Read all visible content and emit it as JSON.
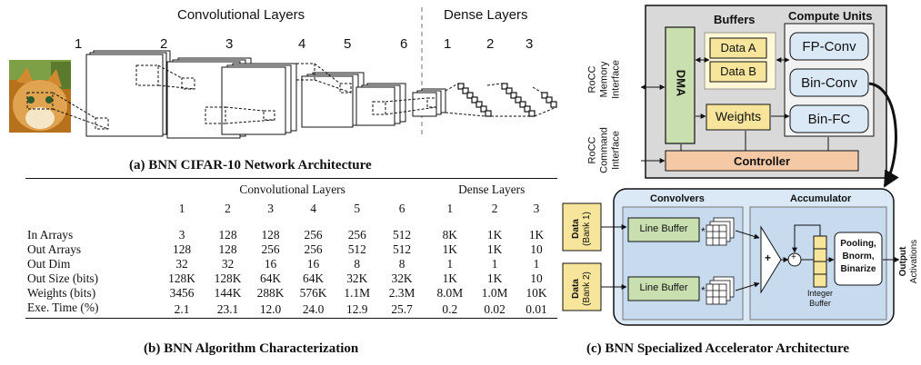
{
  "network": {
    "conv_title": "Convolutional Layers",
    "dense_title": "Dense Layers",
    "conv_layer_nums": [
      "1",
      "2",
      "3",
      "4",
      "5",
      "6"
    ],
    "dense_layer_nums": [
      "1",
      "2",
      "3"
    ],
    "caption": "(a) BNN CIFAR-10 Network Architecture"
  },
  "table": {
    "group_conv": "Convolutional Layers",
    "group_dense": "Dense Layers",
    "columns": [
      "1",
      "2",
      "3",
      "4",
      "5",
      "6",
      "1",
      "2",
      "3"
    ],
    "rows": [
      {
        "label": "In Arrays",
        "values": [
          "3",
          "128",
          "128",
          "256",
          "256",
          "512",
          "8K",
          "1K",
          "1K"
        ]
      },
      {
        "label": "Out Arrays",
        "values": [
          "128",
          "128",
          "256",
          "256",
          "512",
          "512",
          "1K",
          "1K",
          "10"
        ]
      },
      {
        "label": "Out Dim",
        "values": [
          "32",
          "32",
          "16",
          "16",
          "8",
          "8",
          "1",
          "1",
          "1"
        ]
      },
      {
        "label": "Out Size (bits)",
        "values": [
          "128K",
          "128K",
          "64K",
          "64K",
          "32K",
          "32K",
          "1K",
          "1K",
          "10"
        ]
      },
      {
        "label": "Weights (bits)",
        "values": [
          "3456",
          "144K",
          "288K",
          "576K",
          "1.1M",
          "2.3M",
          "8.0M",
          "1.0M",
          "10K"
        ]
      },
      {
        "label": "Exe. Time (%)",
        "values": [
          "2.1",
          "23.1",
          "12.0",
          "24.0",
          "12.9",
          "25.7",
          "0.2",
          "0.02",
          "0.01"
        ]
      }
    ],
    "caption": "(b) BNN Algorithm Characterization"
  },
  "accelerator": {
    "buffers_title": "Buffers",
    "compute_title": "Compute Units",
    "dma": "DMA",
    "data_a": "Data A",
    "data_b": "Data B",
    "weights": "Weights",
    "fp_conv": "FP-Conv",
    "bin_conv": "Bin-Conv",
    "bin_fc": "Bin-FC",
    "controller": "Controller",
    "rocc_mem": [
      "RoCC",
      "Memory",
      "Interface"
    ],
    "rocc_cmd": [
      "RoCC",
      "Command",
      "Interface"
    ],
    "convolvers": "Convolvers",
    "accumulator": "Accumulator",
    "data_bank1": [
      "Data",
      "(Bank 1)"
    ],
    "data_bank2": [
      "Data",
      "(Bank 2)"
    ],
    "line_buffer": "Line Buffer",
    "star": "*",
    "plus": "+",
    "integer_buffer": [
      "Integer",
      "Buffer"
    ],
    "pooling": [
      "Pooling,",
      "Bnorm,",
      "Binarize"
    ],
    "output": [
      "Output",
      "Activations"
    ],
    "caption": "(c) BNN Specialized Accelerator Architecture"
  },
  "colors": {
    "yellow": "#f8e59c",
    "blue": "#dbe8f5",
    "mid_blue": "#bcd3ea",
    "orange": "#f5c9a6",
    "green": "#c9dfb0",
    "gray": "#d9d9d9"
  }
}
